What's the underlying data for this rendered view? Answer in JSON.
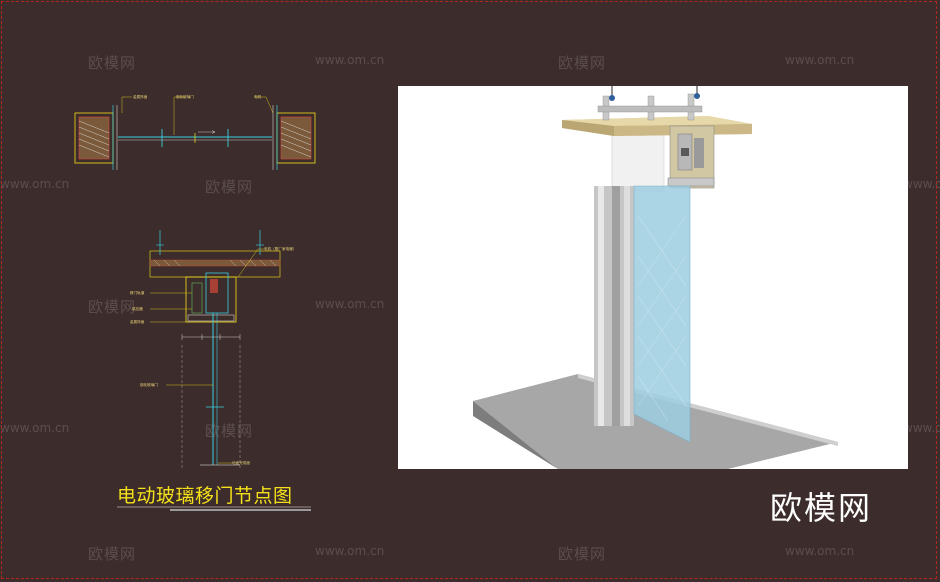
{
  "drawing": {
    "title": "电动玻璃移门节点图",
    "plan_labels": {
      "metal_trim": "金属饰面",
      "glass_door": "钢化玻璃门",
      "motor": "电机"
    },
    "section_labels": {
      "motor_note": "电机（照厂家电器）",
      "door_track": "移门轨道",
      "guide_strip": "感应器",
      "metal_trim": "金属饰面",
      "glass_door": "钢化玻璃门",
      "floor_finish": "地面完成面"
    }
  },
  "logo": {
    "text": "欧模网"
  },
  "watermark": {
    "brand": "欧模网",
    "site": "www.om.cn",
    "site_alt": "www.om.cn"
  },
  "colors": {
    "background": "#3c2c2b",
    "cad_yellow": "#f5e11a",
    "cad_cyan": "#38d0e0",
    "cad_white": "#f2f2f2",
    "cad_red": "#d64a3a",
    "cad_green": "#5fbf5a",
    "render_wood": "#c9b98a",
    "render_glass": "#9ccde0",
    "render_floor": "#8f8f8f"
  }
}
